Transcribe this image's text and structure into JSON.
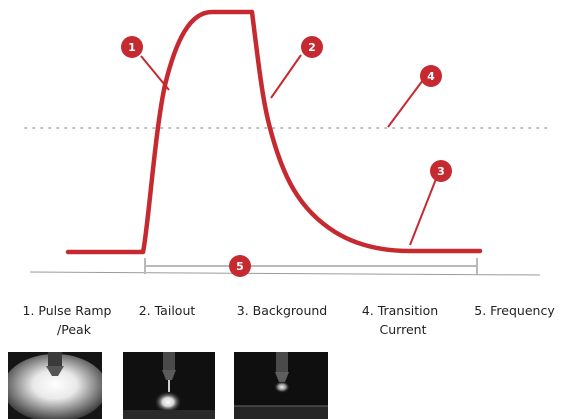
{
  "colors": {
    "curve": "#c62a31",
    "marker": "#c62a31",
    "scale": "#b9b9b9",
    "dotted": "#a6a6a6",
    "baseline": "#9a9a9a",
    "text": "#222222"
  },
  "markers": {
    "pulse_ramp": "1",
    "tailout": "2",
    "background": "3",
    "transition": "4",
    "frequency": "5"
  },
  "captions": [
    {
      "lines": [
        "1. Pulse Ramp",
        "/Peak"
      ]
    },
    {
      "lines": [
        "2. Tailout"
      ]
    },
    {
      "lines": [
        "3. Background"
      ]
    },
    {
      "lines": [
        "4. Transition",
        "Current"
      ]
    },
    {
      "lines": [
        "5. Frequency"
      ]
    }
  ],
  "photos": [
    {
      "icon": "peak-arc-photo"
    },
    {
      "icon": "tailout-arc-photo"
    },
    {
      "icon": "background-arc-photo"
    }
  ]
}
